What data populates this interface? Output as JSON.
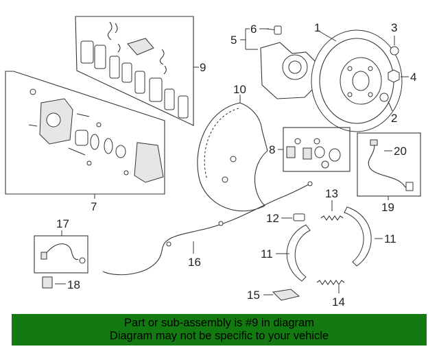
{
  "callouts": {
    "c1": "1",
    "c2": "2",
    "c3": "3",
    "c4": "4",
    "c5": "5",
    "c6": "6",
    "c7": "7",
    "c8": "8",
    "c9": "9",
    "c10": "10",
    "c11a": "11",
    "c11b": "11",
    "c12": "12",
    "c13": "13",
    "c14": "14",
    "c15": "15",
    "c16": "16",
    "c17": "17",
    "c18": "18",
    "c19": "19",
    "c20": "20"
  },
  "highlighted_part": "9",
  "footer": {
    "line1": "Part or sub-assembly is #9 in diagram",
    "line2": "Diagram may not be specific to your vehicle"
  },
  "colors": {
    "footer_bg": "#127a10",
    "line": "#333333",
    "text": "#222222"
  }
}
